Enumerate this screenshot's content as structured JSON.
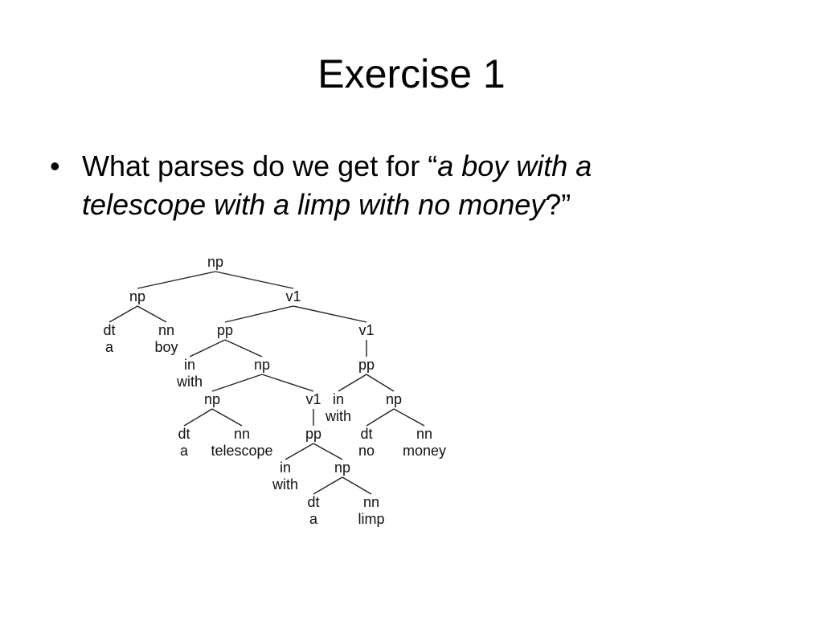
{
  "slide": {
    "title": "Exercise 1",
    "bullet": {
      "marker": "•",
      "prefix": "What parses do we get for “",
      "quote": "a boy with a telescope with a limp with no money",
      "suffix": "?”"
    }
  },
  "tree": {
    "nodes": [
      {
        "id": "n1",
        "label": "np"
      },
      {
        "id": "n2",
        "label": "np"
      },
      {
        "id": "n3",
        "label": "v1"
      },
      {
        "id": "n4",
        "label": "dt",
        "word": "a"
      },
      {
        "id": "n5",
        "label": "nn",
        "word": "boy"
      },
      {
        "id": "n6",
        "label": "pp"
      },
      {
        "id": "n7",
        "label": "v1"
      },
      {
        "id": "n8",
        "label": "in",
        "word": "with"
      },
      {
        "id": "n9",
        "label": "np"
      },
      {
        "id": "n10",
        "label": "pp"
      },
      {
        "id": "n11",
        "label": "np"
      },
      {
        "id": "n12",
        "label": "v1"
      },
      {
        "id": "n13",
        "label": "in",
        "word": "with"
      },
      {
        "id": "n14",
        "label": "np"
      },
      {
        "id": "n15",
        "label": "dt",
        "word": "a"
      },
      {
        "id": "n16",
        "label": "nn",
        "word": "telescope"
      },
      {
        "id": "n17",
        "label": "pp"
      },
      {
        "id": "n18",
        "label": "dt",
        "word": "no"
      },
      {
        "id": "n19",
        "label": "nn",
        "word": "money"
      },
      {
        "id": "n20",
        "label": "in",
        "word": "with"
      },
      {
        "id": "n21",
        "label": "np"
      },
      {
        "id": "n22",
        "label": "dt",
        "word": "a"
      },
      {
        "id": "n23",
        "label": "nn",
        "word": "limp"
      }
    ],
    "edges": [
      [
        "n1",
        "n2"
      ],
      [
        "n1",
        "n3"
      ],
      [
        "n2",
        "n4"
      ],
      [
        "n2",
        "n5"
      ],
      [
        "n3",
        "n6"
      ],
      [
        "n3",
        "n7"
      ],
      [
        "n6",
        "n8"
      ],
      [
        "n6",
        "n9"
      ],
      [
        "n7",
        "n10"
      ],
      [
        "n9",
        "n11"
      ],
      [
        "n9",
        "n12"
      ],
      [
        "n10",
        "n13"
      ],
      [
        "n10",
        "n14"
      ],
      [
        "n11",
        "n15"
      ],
      [
        "n11",
        "n16"
      ],
      [
        "n12",
        "n17"
      ],
      [
        "n14",
        "n18"
      ],
      [
        "n14",
        "n19"
      ],
      [
        "n17",
        "n20"
      ],
      [
        "n17",
        "n21"
      ],
      [
        "n21",
        "n22"
      ],
      [
        "n21",
        "n23"
      ]
    ]
  }
}
